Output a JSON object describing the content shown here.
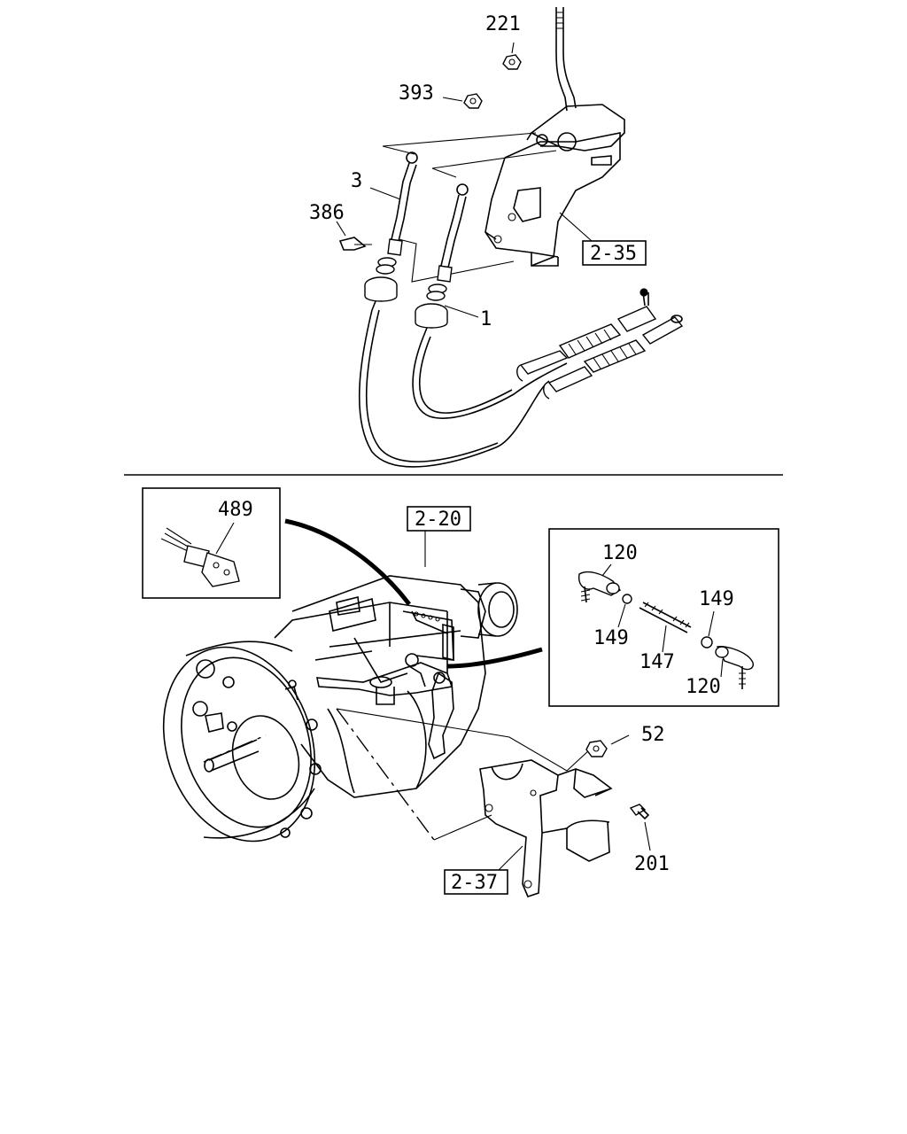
{
  "callouts": {
    "c221": "221",
    "c393": "393",
    "c3": "3",
    "c386": "386",
    "c235": "2-35",
    "c1": "1",
    "c489": "489",
    "c220": "2-20",
    "c120a": "120",
    "c149a": "149",
    "c149b": "149",
    "c147": "147",
    "c120b": "120",
    "c52": "52",
    "c201": "201",
    "c237": "2-37"
  }
}
